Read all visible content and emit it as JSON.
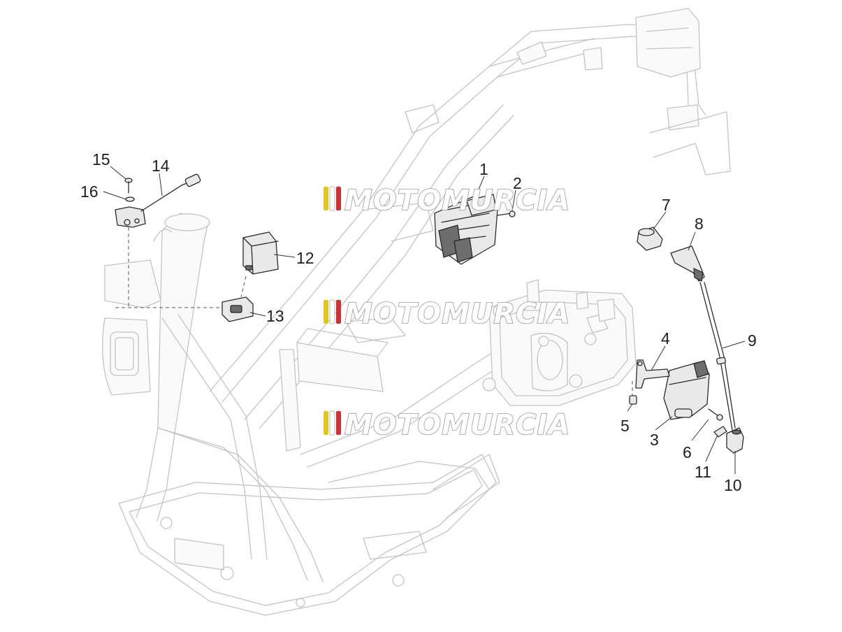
{
  "watermark": {
    "text": "MOTOMURCIA",
    "stripe_colors": [
      "#e8c800",
      "#ffffff",
      "#e02a2a"
    ]
  },
  "callouts": [
    {
      "id": "1",
      "label": "1"
    },
    {
      "id": "2",
      "label": "2"
    },
    {
      "id": "3",
      "label": "3"
    },
    {
      "id": "4",
      "label": "4"
    },
    {
      "id": "5",
      "label": "5"
    },
    {
      "id": "6",
      "label": "6"
    },
    {
      "id": "7",
      "label": "7"
    },
    {
      "id": "8",
      "label": "8"
    },
    {
      "id": "9",
      "label": "9"
    },
    {
      "id": "10",
      "label": "10"
    },
    {
      "id": "11",
      "label": "11"
    },
    {
      "id": "12",
      "label": "12"
    },
    {
      "id": "13",
      "label": "13"
    },
    {
      "id": "14",
      "label": "14"
    },
    {
      "id": "15",
      "label": "15"
    },
    {
      "id": "16",
      "label": "16"
    }
  ]
}
